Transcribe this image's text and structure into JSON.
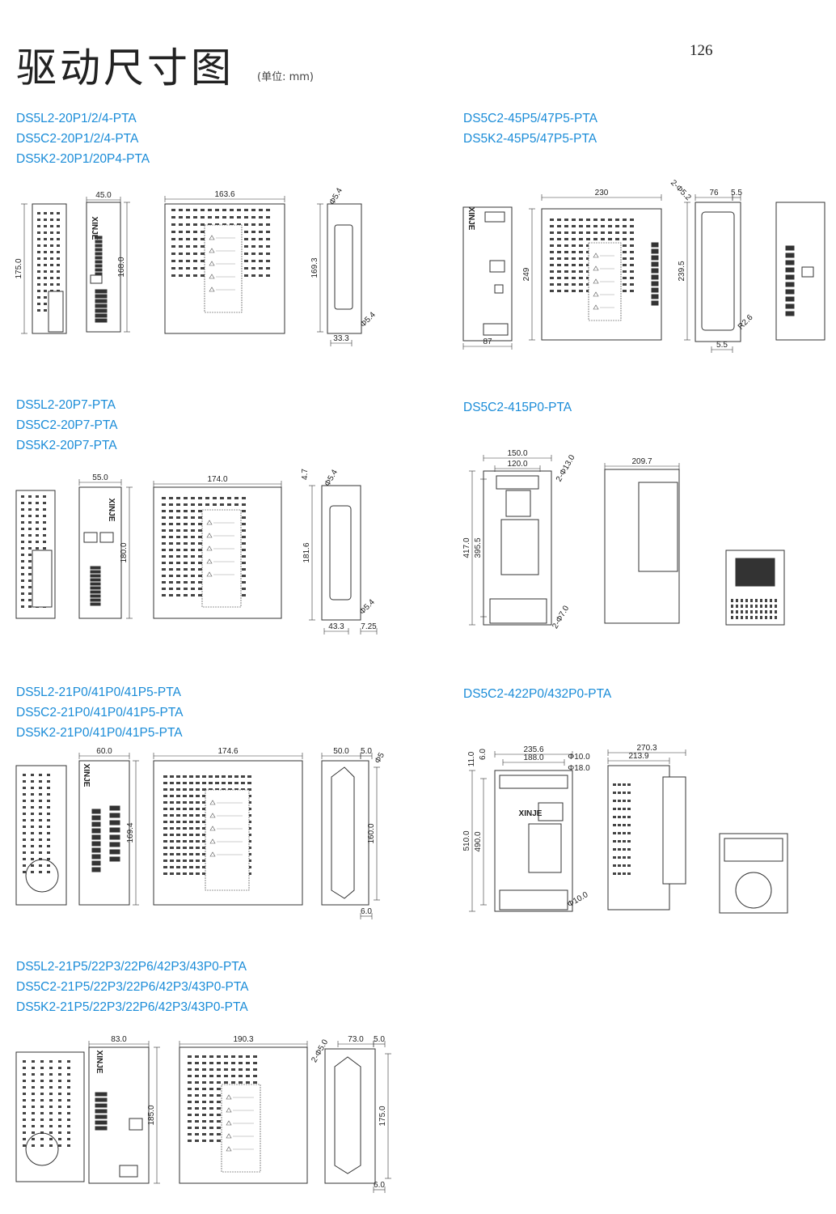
{
  "page": {
    "title": "驱动尺寸图",
    "unit": "(单位: mm)",
    "page_number": "126",
    "brand": "XINJE"
  },
  "sections": [
    {
      "models": [
        "DS5L2-20P1/2/4-PTA",
        "DS5C2-20P1/2/4-PTA",
        "DS5K2-20P1/20P4-PTA"
      ],
      "dims": [
        "175.0",
        "45.0",
        "168.0",
        "163.6",
        "Φ5.4",
        "169.3",
        "Φ5.4",
        "33.3"
      ]
    },
    {
      "models": [
        "DS5C2-45P5/47P5-PTA",
        "DS5K2-45P5/47P5-PTA"
      ],
      "dims": [
        "230",
        "249",
        "87",
        "2-Φ5.2",
        "76",
        "5.5",
        "239.5",
        "R2.6",
        "5.5"
      ]
    },
    {
      "models": [
        "DS5L2-20P7-PTA",
        "DS5C2-20P7-PTA",
        "DS5K2-20P7-PTA"
      ],
      "dims": [
        "55.0",
        "180.0",
        "174.0",
        "4.7",
        "Φ5.4",
        "181.6",
        "Φ5.4",
        "43.3",
        "7.25"
      ]
    },
    {
      "models": [
        "DS5C2-415P0-PTA"
      ],
      "dims": [
        "150.0",
        "120.0",
        "2-Φ13.0",
        "417.0",
        "395.5",
        "2-Φ7.0",
        "209.7"
      ]
    },
    {
      "models": [
        "DS5L2-21P0/41P0/41P5-PTA",
        "DS5C2-21P0/41P0/41P5-PTA",
        "DS5K2-21P0/41P0/41P5-PTA"
      ],
      "dims": [
        "60.0",
        "169.4",
        "174.6",
        "50.0",
        "5.0",
        "Φ5",
        "160.0",
        "6.0"
      ]
    },
    {
      "models": [
        "DS5C2-422P0/432P0-PTA"
      ],
      "dims": [
        "235.6",
        "188.0",
        "11.0",
        "6.0",
        "Φ10.0",
        "Φ18.0",
        "510.0",
        "490.0",
        "Φ10.0",
        "270.3",
        "213.9"
      ]
    },
    {
      "models": [
        "DS5L2-21P5/22P3/22P6/42P3/43P0-PTA",
        "DS5C2-21P5/22P3/22P6/42P3/43P0-PTA",
        "DS5K2-21P5/22P3/22P6/42P3/43P0-PTA"
      ],
      "dims": [
        "83.0",
        "185.0",
        "190.3",
        "2-Φ5.0",
        "73.0",
        "5.0",
        "175.0",
        "6.0"
      ]
    }
  ]
}
